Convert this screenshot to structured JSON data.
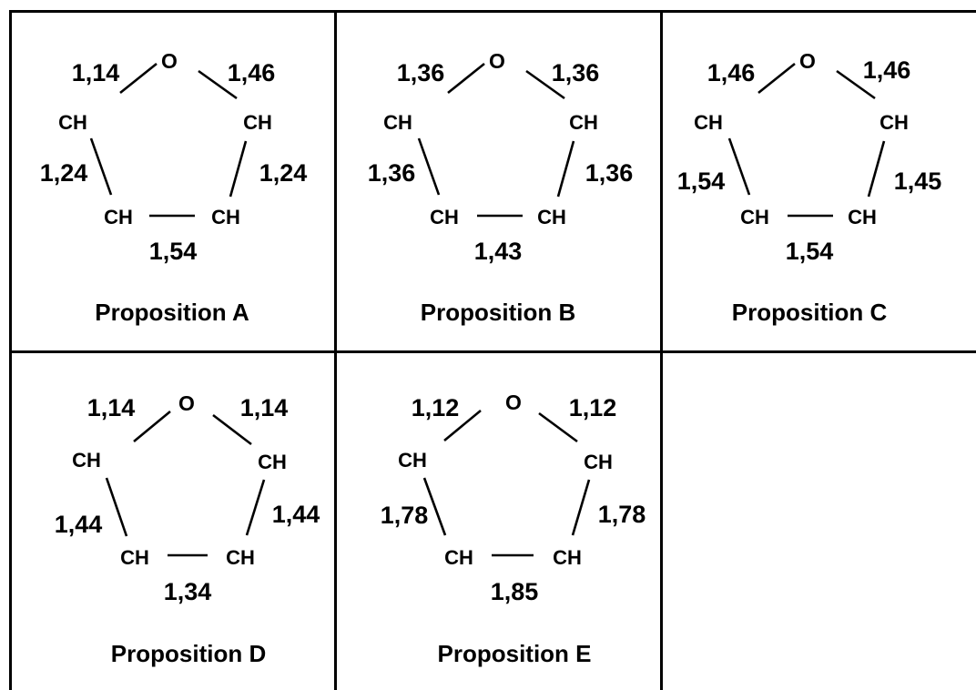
{
  "atoms": {
    "oxygen": "O",
    "ch": "CH"
  },
  "propositions": [
    {
      "title": "Proposition A",
      "bonds": {
        "o_left": "1,14",
        "o_right": "1,46",
        "left_side": "1,24",
        "right_side": "1,24",
        "bottom": "1,54"
      }
    },
    {
      "title": "Proposition B",
      "bonds": {
        "o_left": "1,36",
        "o_right": "1,36",
        "left_side": "1,36",
        "right_side": "1,36",
        "bottom": "1,43"
      }
    },
    {
      "title": "Proposition C",
      "bonds": {
        "o_left": "1,46",
        "o_right": "1,46",
        "left_side": "1,54",
        "right_side": "1,45",
        "bottom": "1,54"
      }
    },
    {
      "title": "Proposition D",
      "bonds": {
        "o_left": "1,14",
        "o_right": "1,14",
        "left_side": "1,44",
        "right_side": "1,44",
        "bottom": "1,34"
      }
    },
    {
      "title": "Proposition E",
      "bonds": {
        "o_left": "1,12",
        "o_right": "1,12",
        "left_side": "1,78",
        "right_side": "1,78",
        "bottom": "1,85"
      }
    }
  ]
}
